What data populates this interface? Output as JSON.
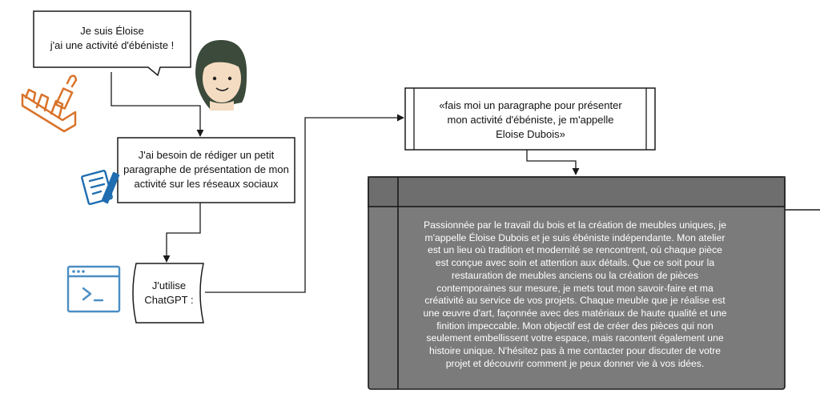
{
  "speech_bubble": {
    "lines": [
      "Je suis Éloise",
      "j'ai une activité d'ébéniste !"
    ]
  },
  "need_box": {
    "lines": [
      "J'ai besoin de rédiger un petit",
      "paragraphe de présentation de mon",
      "activité sur les réseaux sociaux"
    ]
  },
  "tool_box": {
    "lines": [
      "J'utilise",
      "ChatGPT :"
    ]
  },
  "prompt_box": {
    "lines": [
      "«fais moi un paragraphe pour présenter",
      "mon activité d'ébéniste, je m'appelle",
      "Eloise Dubois»"
    ]
  },
  "output_box": {
    "lines": [
      "Passionnée par le travail du bois et la création de meubles uniques, je",
      "m'appelle Éloise Dubois et je suis ébéniste indépendante. Mon atelier",
      "est un lieu où tradition et modernité se rencontrent, où chaque pièce",
      "est conçue avec soin et attention aux détails. Que ce soit pour la",
      "restauration de meubles anciens ou la création de pièces",
      "contemporaines  sur mesure, je mets tout mon savoir-faire et ma",
      "créativité au service de  vos projets. Chaque meuble que je réalise est",
      "une œuvre d'art, façonnée  avec des matériaux de haute qualité et une",
      "finition impeccable. Mon  objectif est de créer des pièces qui non",
      "seulement embellissent votre  espace, mais racontent également une",
      "histoire unique. N'hésitez pas à me  contacter pour discuter de votre",
      "projet et découvrir comment je peux  donner vie à vos idées."
    ]
  },
  "colors": {
    "line": "#1a1a1a",
    "output_fill": "#7b7b7b",
    "output_header": "#6e6e6e",
    "tools_icon": "#d9722a",
    "doc_icon": "#1f6db0",
    "terminal_icon": "#4a8ec4",
    "avatar_hair": "#3b4a3a",
    "avatar_skin": "#f4dcc2"
  },
  "icons": {
    "tools": "woodworking-tools-icon",
    "avatar": "woman-avatar-icon",
    "document": "document-pen-icon",
    "terminal": "terminal-window-icon"
  }
}
